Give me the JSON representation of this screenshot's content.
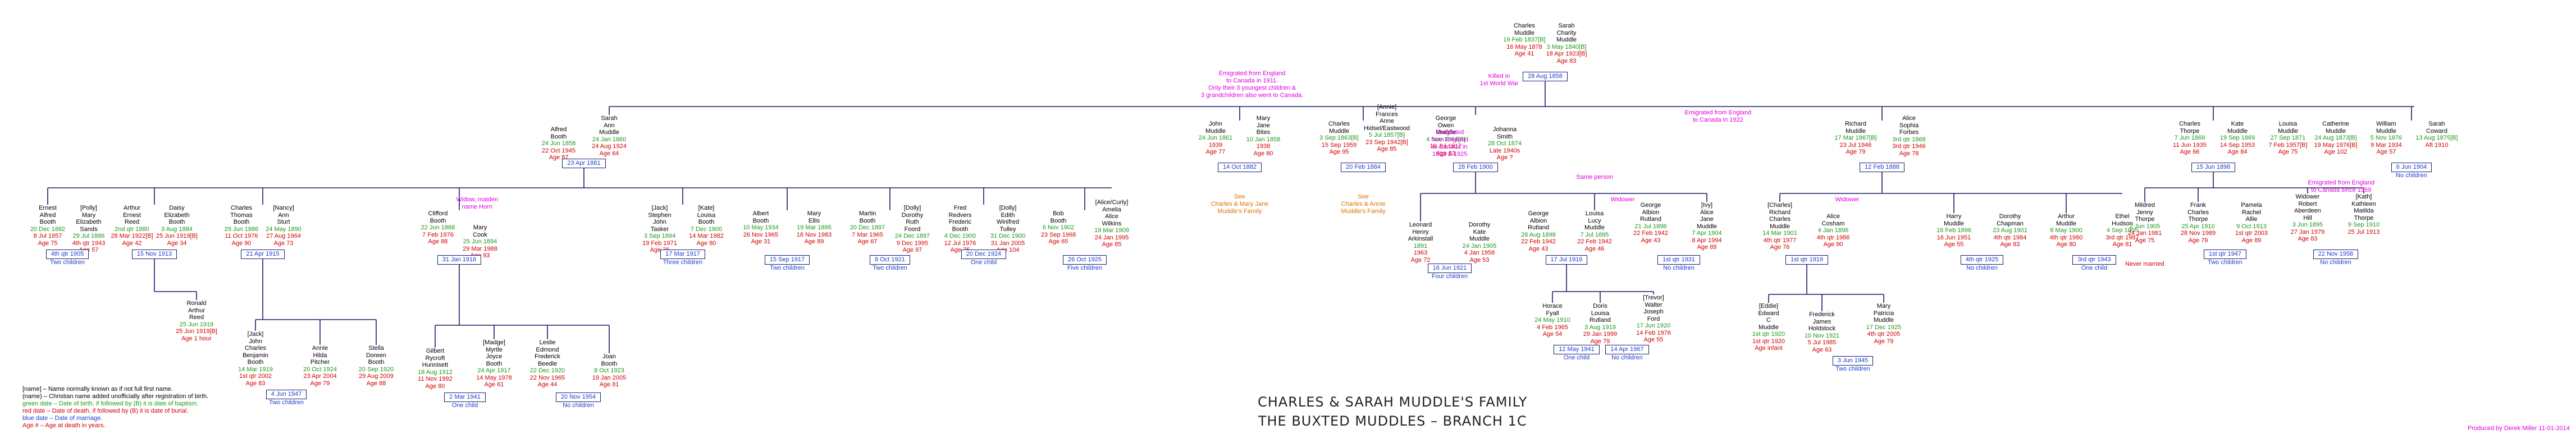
{
  "title_line1": "CHARLES & SARAH MUDDLE'S FAMILY",
  "title_line2": "THE BUXTED MUDDLES – BRANCH 1C",
  "credit": "Produced by Derek Miller 11-01-2014",
  "legend": [
    "[name] – Name normally known as if not full first name.",
    "(name) – Christian name added unofficially after registration of birth.",
    "green date – Date of birth, if followed by (B) it is date of baptism.",
    "red date – Date of death, if followed by (B) it is date of burial.",
    "blue date – Date of marriage.",
    "Age # – Age at death in years."
  ],
  "people": [
    {
      "id": "charles",
      "name": [
        "Charles",
        "Muddle"
      ],
      "born": "19 Feb 1837[B]",
      "died": "16 May 1878",
      "age": "Age 41"
    },
    {
      "id": "sarah",
      "name": [
        "Sarah",
        "Charity",
        "Muddle"
      ],
      "born": "3 May 1840[B]",
      "died": "18 Apr 1923[B]",
      "age": "Age 83"
    },
    {
      "id": "sarah_ann",
      "name": [
        "Sarah",
        "Ann",
        "Muddle"
      ],
      "born": "24 Jan 1860",
      "died": "24 Aug 1924",
      "age": "Age 64"
    },
    {
      "id": "alfred_booth",
      "name": [
        "Alfred",
        "Booth"
      ],
      "born": "24 Jun 1858",
      "died": "22 Oct 1945",
      "age": "Age 87"
    },
    {
      "id": "ernest",
      "name": [
        "Ernest",
        "Alfred",
        "Booth"
      ],
      "born": "20 Dec 1882",
      "died": "8 Jul 1957",
      "age": "Age 75"
    },
    {
      "id": "polly",
      "name": [
        "[Polly]",
        "Mary",
        "Elizabeth",
        "Sands"
      ],
      "born": "29 Jul 1886",
      "died": "4th qtr 1943",
      "age": "Age 57"
    },
    {
      "id": "arthur_reed",
      "name": [
        "Arthur",
        "Ernest",
        "Reed"
      ],
      "born": "2nd qtr 1880",
      "died": "28 Mar 1922[B]",
      "age": "Age 42"
    },
    {
      "id": "daisy",
      "name": [
        "Daisy",
        "Elizabeth",
        "Booth"
      ],
      "born": "3 Aug 1884",
      "died": "25 Jun 1919[B]",
      "age": "Age 34"
    },
    {
      "id": "ronald",
      "name": [
        "Ronald",
        "Arthur",
        "Reed"
      ],
      "born": "25 Jun 1919",
      "died": "25 Jun 1919[B]",
      "age": "Age 1 hour"
    },
    {
      "id": "charles_booth",
      "name": [
        "Charles",
        "Thomas",
        "Booth"
      ],
      "born": "29 Jun 1886",
      "died": "11 Oct 1976",
      "age": "Age 90"
    },
    {
      "id": "nancy",
      "name": [
        "[Nancy]",
        "Ann",
        "Sturt"
      ],
      "born": "24 May 1890",
      "died": "27 Aug 1964",
      "age": "Age 73"
    },
    {
      "id": "jack_pitcher",
      "name": [
        "[Jack]",
        "John",
        "Charles",
        "Benjamin",
        "Booth"
      ],
      "born": "14 Mar 1919",
      "died": "1st qtr 2002",
      "age": "Age 83"
    },
    {
      "id": "annie_pitcher",
      "name": [
        "Annie",
        "Hilda",
        "Pitcher"
      ],
      "born": "20 Oct 1924",
      "died": "23 Apr 2004",
      "age": "Age 79"
    },
    {
      "id": "stella",
      "name": [
        "Stella",
        "Doreen",
        "Booth"
      ],
      "born": "20 Sep 1920",
      "died": "29 Aug 2009",
      "age": "Age 88"
    },
    {
      "id": "clifford",
      "name": [
        "Clifford",
        "Booth"
      ],
      "born": "22 Jun 1888",
      "died": "7 Feb 1976",
      "age": "Age 88"
    },
    {
      "id": "mary_cook",
      "name": [
        "Mary",
        "Cook"
      ],
      "born": "25 Jun 1894",
      "died": "29 Mar 1988",
      "age": "Age 93"
    },
    {
      "id": "gilbert",
      "name": [
        "Gilbert",
        "Rycroft",
        "Hunnisett"
      ],
      "born": "18 Aug 1912",
      "died": "11 Nov 1992",
      "age": "Age 80"
    },
    {
      "id": "madge",
      "name": [
        "[Madge]",
        "Myrtle",
        "Joyce",
        "Booth"
      ],
      "born": "24 Apr 1917",
      "died": "14 May 1978",
      "age": "Age 61"
    },
    {
      "id": "leslie",
      "name": [
        "Leslie",
        "Edmond",
        "Frederick",
        "Beedle"
      ],
      "born": "22 Dec 1920",
      "died": "22 Nov 1965",
      "age": "Age 44"
    },
    {
      "id": "joan",
      "name": [
        "Joan",
        "Booth"
      ],
      "born": "8 Oct 1923",
      "died": "19 Jan 2005",
      "age": "Age 81"
    },
    {
      "id": "jack_tasker",
      "name": [
        "[Jack]",
        "Stephen",
        "John",
        "Tasker"
      ],
      "born": "3 Sep 1894",
      "died": "19 Feb 1971",
      "age": "Age 76"
    },
    {
      "id": "kate_booth",
      "name": [
        "[Kate]",
        "Louisa",
        "Booth"
      ],
      "born": "7 Dec 1900",
      "died": "14 Mar 1982",
      "age": "Age 80"
    },
    {
      "id": "albert_booth",
      "name": [
        "Albert",
        "Booth"
      ],
      "born": "10 May 1934",
      "died": "26 Nov 1965",
      "age": "Age 31"
    },
    {
      "id": "mary_ellis",
      "name": [
        "Mary",
        "Ellis"
      ],
      "born": "19 Mar 1895",
      "died": "18 Nov 1983",
      "age": "Age 89"
    },
    {
      "id": "martin",
      "name": [
        "Martin",
        "Booth"
      ],
      "born": "20 Dec 1897",
      "died": "7 Mar 1965",
      "age": "Age 67"
    },
    {
      "id": "dolly_ruth",
      "name": [
        "[Dolly]",
        "Dorothy",
        "Ruth",
        "Foord"
      ],
      "born": "24 Dec 1897",
      "died": "9 Dec 1995",
      "age": "Age 97"
    },
    {
      "id": "fred",
      "name": [
        "Fred",
        "Redvers",
        "Frederic",
        "Booth"
      ],
      "born": "4 Dec 1900",
      "died": "12 Jul 1976",
      "age": "Age 75"
    },
    {
      "id": "dolly_tulley",
      "name": [
        "[Dolly]",
        "Edith",
        "Winifred",
        "Tulley"
      ],
      "born": "31 Dec 1900",
      "died": "31 Jan 2005",
      "age": "Age 104"
    },
    {
      "id": "bob_booth",
      "name": [
        "Bob",
        "Booth"
      ],
      "born": "6 Nov 1902",
      "died": "23 Sep 1968",
      "age": "Age 65"
    },
    {
      "id": "alice_curly",
      "name": [
        "[Alice/Curly]",
        "Amelia",
        "Alice",
        "Wilkins"
      ],
      "born": "19 Mar 1909",
      "died": "24 Jan 1995",
      "age": "Age 85"
    },
    {
      "id": "john_muddle",
      "name": [
        "John",
        "Muddle"
      ],
      "born": "24 Jun 1861",
      "died": "1939",
      "age": "Age 77"
    },
    {
      "id": "mary_bites",
      "name": [
        "Mary",
        "Jane",
        "Bites"
      ],
      "born": "10 Jan 1858",
      "died": "1938",
      "age": "Age 80"
    },
    {
      "id": "charles_jr",
      "name": [
        "Charles",
        "Muddle"
      ],
      "born": "3 Sep 1863[B]",
      "died": "15 Sep 1959",
      "age": "Age 95"
    },
    {
      "id": "annie_hidsel",
      "name": [
        "[Annie]",
        "Frances",
        "Anne",
        "Hidsel/Eastwood"
      ],
      "born": "5 Jul 1857[B]",
      "died": "23 Sep 1942[B]",
      "age": "Age 85"
    },
    {
      "id": "george_muddle",
      "name": [
        "George",
        "Owen",
        "Muddle"
      ],
      "born": "4 Nov 1864[B]",
      "died": "10 Jul 1917",
      "age": "Age 53"
    },
    {
      "id": "johanna",
      "name": [
        "Johanna",
        "Smith"
      ],
      "born": "28 Oct 1874",
      "died": "Late 1940s",
      "age": "Age ?"
    },
    {
      "id": "leonard",
      "name": [
        "Leonard",
        "Henry",
        "Arkinstall"
      ],
      "born": "1891",
      "died": "1963",
      "age": "Age 72"
    },
    {
      "id": "dorothy_kate",
      "name": [
        "Dorothy",
        "Kate",
        "Muddle"
      ],
      "born": "24 Jan 1905",
      "died": "4 Jan 1958",
      "age": "Age 53"
    },
    {
      "id": "george_rutland",
      "name": [
        "George",
        "Albion",
        "Rutland"
      ],
      "born": "28 Aug 1898",
      "died": "22 Feb 1942",
      "age": "Age 43"
    },
    {
      "id": "louisa",
      "name": [
        "Louisa",
        "Lucy",
        "Muddle"
      ],
      "born": "7 Jul 1895",
      "died": "22 Feb 1942",
      "age": "Age 46"
    },
    {
      "id": "george_rutland2",
      "name": [
        "George",
        "Albion",
        "Rutland"
      ],
      "born": "21 Jul 1898",
      "died": "22 Feb 1942",
      "age": "Age 43"
    },
    {
      "id": "alice_muddle",
      "name": [
        "[Ivy]",
        "Alice",
        "Jane",
        "Muddle"
      ],
      "born": "7 Apr 1904",
      "died": "8 Apr 1994",
      "age": "Age 89"
    },
    {
      "id": "horace",
      "name": [
        "Horace",
        "Fyall"
      ],
      "born": "24 May 1910",
      "died": "4 Feb 1965",
      "age": "Age 54"
    },
    {
      "id": "doris",
      "name": [
        "Doris",
        "Louisa",
        "Rutland"
      ],
      "born": "3 Aug 1919",
      "died": "29 Jan 1999",
      "age": "Age 79"
    },
    {
      "id": "walter_ford",
      "name": [
        "[Trevor]",
        "Walter",
        "Joseph",
        "Ford"
      ],
      "born": "17 Jun 1920",
      "died": "14 Feb 1976",
      "age": "Age 55"
    },
    {
      "id": "charles_coleman",
      "name": [
        "[Charles]",
        "Richard",
        "Charles",
        "Muddle"
      ],
      "born": "14 Mar 1901",
      "died": "4th qtr 1977",
      "age": "Age 76"
    },
    {
      "id": "alice_cosham",
      "name": [
        "Alice",
        "Cosham"
      ],
      "born": "4 Jan 1896",
      "died": "4th qtr 1986",
      "age": "Age 90"
    },
    {
      "id": "richard_muddle",
      "name": [
        "Richard",
        "Muddle"
      ],
      "born": "17 Mar 1867[B]",
      "died": "23 Jul 1946",
      "age": "Age 79"
    },
    {
      "id": "alice_forbes",
      "name": [
        "Alice",
        "Sophia",
        "Forbes"
      ],
      "born": "3rd qtr 1868",
      "died": "3rd qtr 1946",
      "age": "Age 78"
    },
    {
      "id": "eddie",
      "name": [
        "[Eddie]",
        "Edward",
        "C",
        "Muddle"
      ],
      "born": "1st qtr 1920",
      "died": "1st qtr 1920",
      "age": "Age infant"
    },
    {
      "id": "frederick",
      "name": [
        "Frederick",
        "James",
        "Holdstock"
      ],
      "born": "10 Nov 1921",
      "died": "5 Jul 1985",
      "age": "Age 63"
    },
    {
      "id": "mary_patricia",
      "name": [
        "Mary",
        "Patricia",
        "Muddle"
      ],
      "born": "17 Dec 1925",
      "died": "4th qtr 2005",
      "age": "Age 79"
    },
    {
      "id": "harry",
      "name": [
        "Harry",
        "Muddle"
      ],
      "born": "16 Feb 1896",
      "died": "16 Jun 1951",
      "age": "Age 55"
    },
    {
      "id": "dorothy_chapman",
      "name": [
        "Dorothy",
        "Chapman"
      ],
      "born": "23 Aug 1901",
      "died": "4th qtr 1984",
      "age": "Age 83"
    },
    {
      "id": "arthur_muddle",
      "name": [
        "Arthur",
        "Muddle"
      ],
      "born": "8 May 1900",
      "died": "4th qtr 1980",
      "age": "Age 80"
    },
    {
      "id": "ethel",
      "name": [
        "Ethel",
        "Hudson"
      ],
      "born": "4 Sep 1905",
      "died": "3rd qtr 1987",
      "age": "Age 81"
    },
    {
      "id": "charles_thorpe",
      "name": [
        "Charles",
        "Thorpe"
      ],
      "born": "7 Jun 1869",
      "died": "11 Jun 1935",
      "age": "Age 66"
    },
    {
      "id": "kate_muddle",
      "name": [
        "Kate",
        "Muddle"
      ],
      "born": "19 Sep 1869",
      "died": "14 Sep 1953",
      "age": "Age 84"
    },
    {
      "id": "louisa_muddle",
      "name": [
        "Louisa",
        "Muddle"
      ],
      "born": "27 Sep 1871",
      "died": "7 Feb 1957[B]",
      "age": "Age 75"
    },
    {
      "id": "catherine",
      "name": [
        "Catherine",
        "Muddle"
      ],
      "born": "24 Aug 1873[B]",
      "died": "19 May 1976[B]",
      "age": "Age 102"
    },
    {
      "id": "william",
      "name": [
        "William",
        "Muddle"
      ],
      "born": "5 Nov 1876",
      "died": "9 Mar 1934",
      "age": "Age 57"
    },
    {
      "id": "sarah_coward",
      "name": [
        "Sarah",
        "Coward"
      ],
      "born": "13 Aug 1875[B]",
      "died": "Aft 1910",
      "age": ""
    },
    {
      "id": "mildred",
      "name": [
        "Mildred",
        "Jenny",
        "Thorpe"
      ],
      "born": "2 Jun 1905",
      "died": "24 Jan 1981",
      "age": "Age 75"
    },
    {
      "id": "frank_thorpe",
      "name": [
        "Frank",
        "Charles",
        "Thorpe"
      ],
      "born": "25 Apr 1910",
      "died": "28 Nov 1989",
      "age": "Age 79"
    },
    {
      "id": "pamela",
      "name": [
        "Pamela",
        "Rachel",
        "Allie"
      ],
      "born": "9 Oct 1913",
      "died": "1st qtr 2003",
      "age": "Age 89"
    },
    {
      "id": "widower_hill",
      "name": [
        "Widower",
        "Robert",
        "Aberdeen",
        "Hill"
      ],
      "born": "3 Jun 1895",
      "died": "27 Jan 1979",
      "age": "Age 83"
    },
    {
      "id": "kathleen",
      "name": [
        "[Kath]",
        "Kathleen",
        "Matilda",
        "Thorpe"
      ],
      "born": "9 Sep 1910",
      "died": "25 Jul 1913",
      "age": ""
    }
  ],
  "marriages": [
    {
      "id": "m_cs",
      "date": "28 Aug 1858",
      "caption": ""
    },
    {
      "id": "m_sa",
      "date": "23 Apr 1881",
      "caption": ""
    },
    {
      "id": "m_ern",
      "date": "4th qtr 1905",
      "caption": "Two children"
    },
    {
      "id": "m_art",
      "date": "15 Nov 1913",
      "caption": ""
    },
    {
      "id": "m_cha",
      "date": "21 Apr 1915",
      "caption": ""
    },
    {
      "id": "m_jack",
      "date": "4 Jun 1947",
      "caption": "Two children"
    },
    {
      "id": "m_cli",
      "date": "31 Jan 1916",
      "caption": ""
    },
    {
      "id": "m_gil",
      "date": "2 Mar 1941",
      "caption": "One child"
    },
    {
      "id": "m_les",
      "date": "20 Nov 1954",
      "caption": "No children"
    },
    {
      "id": "m_jt",
      "date": "17 Mar 1917",
      "caption": "Three children"
    },
    {
      "id": "m_alb",
      "date": "15 Sep 1917",
      "caption": "Two children"
    },
    {
      "id": "m_mar",
      "date": "8 Oct 1921",
      "caption": "Two children"
    },
    {
      "id": "m_fre",
      "date": "20 Dec 1924",
      "caption": "One child"
    },
    {
      "id": "m_bob",
      "date": "26 Oct 1925",
      "caption": "Five children"
    },
    {
      "id": "m_john",
      "date": "14 Oct 1882",
      "caption": ""
    },
    {
      "id": "m_chj",
      "date": "20 Feb 1884",
      "caption": ""
    },
    {
      "id": "m_geo",
      "date": "28 Feb 1900",
      "caption": ""
    },
    {
      "id": "m_leo",
      "date": "16 Jun 1921",
      "caption": "Four children"
    },
    {
      "id": "m_lou",
      "date": "17 Jul 1916",
      "caption": ""
    },
    {
      "id": "m_ivy",
      "date": "1st qtr 1931",
      "caption": "No children"
    },
    {
      "id": "m_hor",
      "date": "12 May 1941",
      "caption": "One child"
    },
    {
      "id": "m_wal",
      "date": "14 Apr 1967",
      "caption": "No children"
    },
    {
      "id": "m_chc",
      "date": "1st qtr 1919",
      "caption": ""
    },
    {
      "id": "m_ric",
      "date": "12 Feb 1888",
      "caption": ""
    },
    {
      "id": "m_fhs",
      "date": "3 Jun 1945",
      "caption": "Two children"
    },
    {
      "id": "m_har",
      "date": "4th qtr 1925",
      "caption": "No children"
    },
    {
      "id": "m_art2",
      "date": "3rd qtr 1943",
      "caption": "One child"
    },
    {
      "id": "m_ct",
      "date": "15 Jun 1898",
      "caption": ""
    },
    {
      "id": "m_wil",
      "date": "6 Jun 1904",
      "caption": "No children"
    },
    {
      "id": "m_fra",
      "date": "1st qtr 1947",
      "caption": "Two children"
    },
    {
      "id": "m_wid",
      "date": "22 Nov 1958",
      "caption": "No children"
    }
  ],
  "notes": [
    {
      "id": "n1",
      "lines": [
        "Emigrated from England",
        "to Canada in 1911.",
        "Only their 3 youngest children &",
        "3 grandchildren also went to Canada."
      ],
      "tone": "m"
    },
    {
      "id": "n2",
      "lines": [
        "Killed in",
        "1st World War"
      ],
      "tone": "m"
    },
    {
      "id": "n3",
      "lines": [
        "Emigrated from England",
        "to Canada in 1922"
      ],
      "tone": "m"
    },
    {
      "id": "n4",
      "lines": [
        "Widow, maiden",
        "name Horn"
      ],
      "tone": "m"
    },
    {
      "id": "n5",
      "lines": [
        "See",
        "Charles & Mary Jane",
        "Muddle's Family"
      ],
      "tone": "o"
    },
    {
      "id": "n6",
      "lines": [
        "See",
        "Charles & Annie",
        "Muddle's Family"
      ],
      "tone": "o"
    },
    {
      "id": "n7",
      "lines": [
        "Emigrated",
        "from England",
        "to Canada in",
        "1923 & 1925"
      ],
      "tone": "m"
    },
    {
      "id": "n8",
      "lines": [
        "Same person"
      ],
      "tone": "m"
    },
    {
      "id": "n9",
      "lines": [
        "Widower"
      ],
      "tone": "m"
    },
    {
      "id": "n10",
      "lines": [
        "Widower"
      ],
      "tone": "m"
    },
    {
      "id": "n11",
      "lines": [
        "Emigrated from England",
        "to Canada since 1959"
      ],
      "tone": "m"
    },
    {
      "id": "n12",
      "lines": [
        "Never married"
      ],
      "tone": "d"
    }
  ]
}
